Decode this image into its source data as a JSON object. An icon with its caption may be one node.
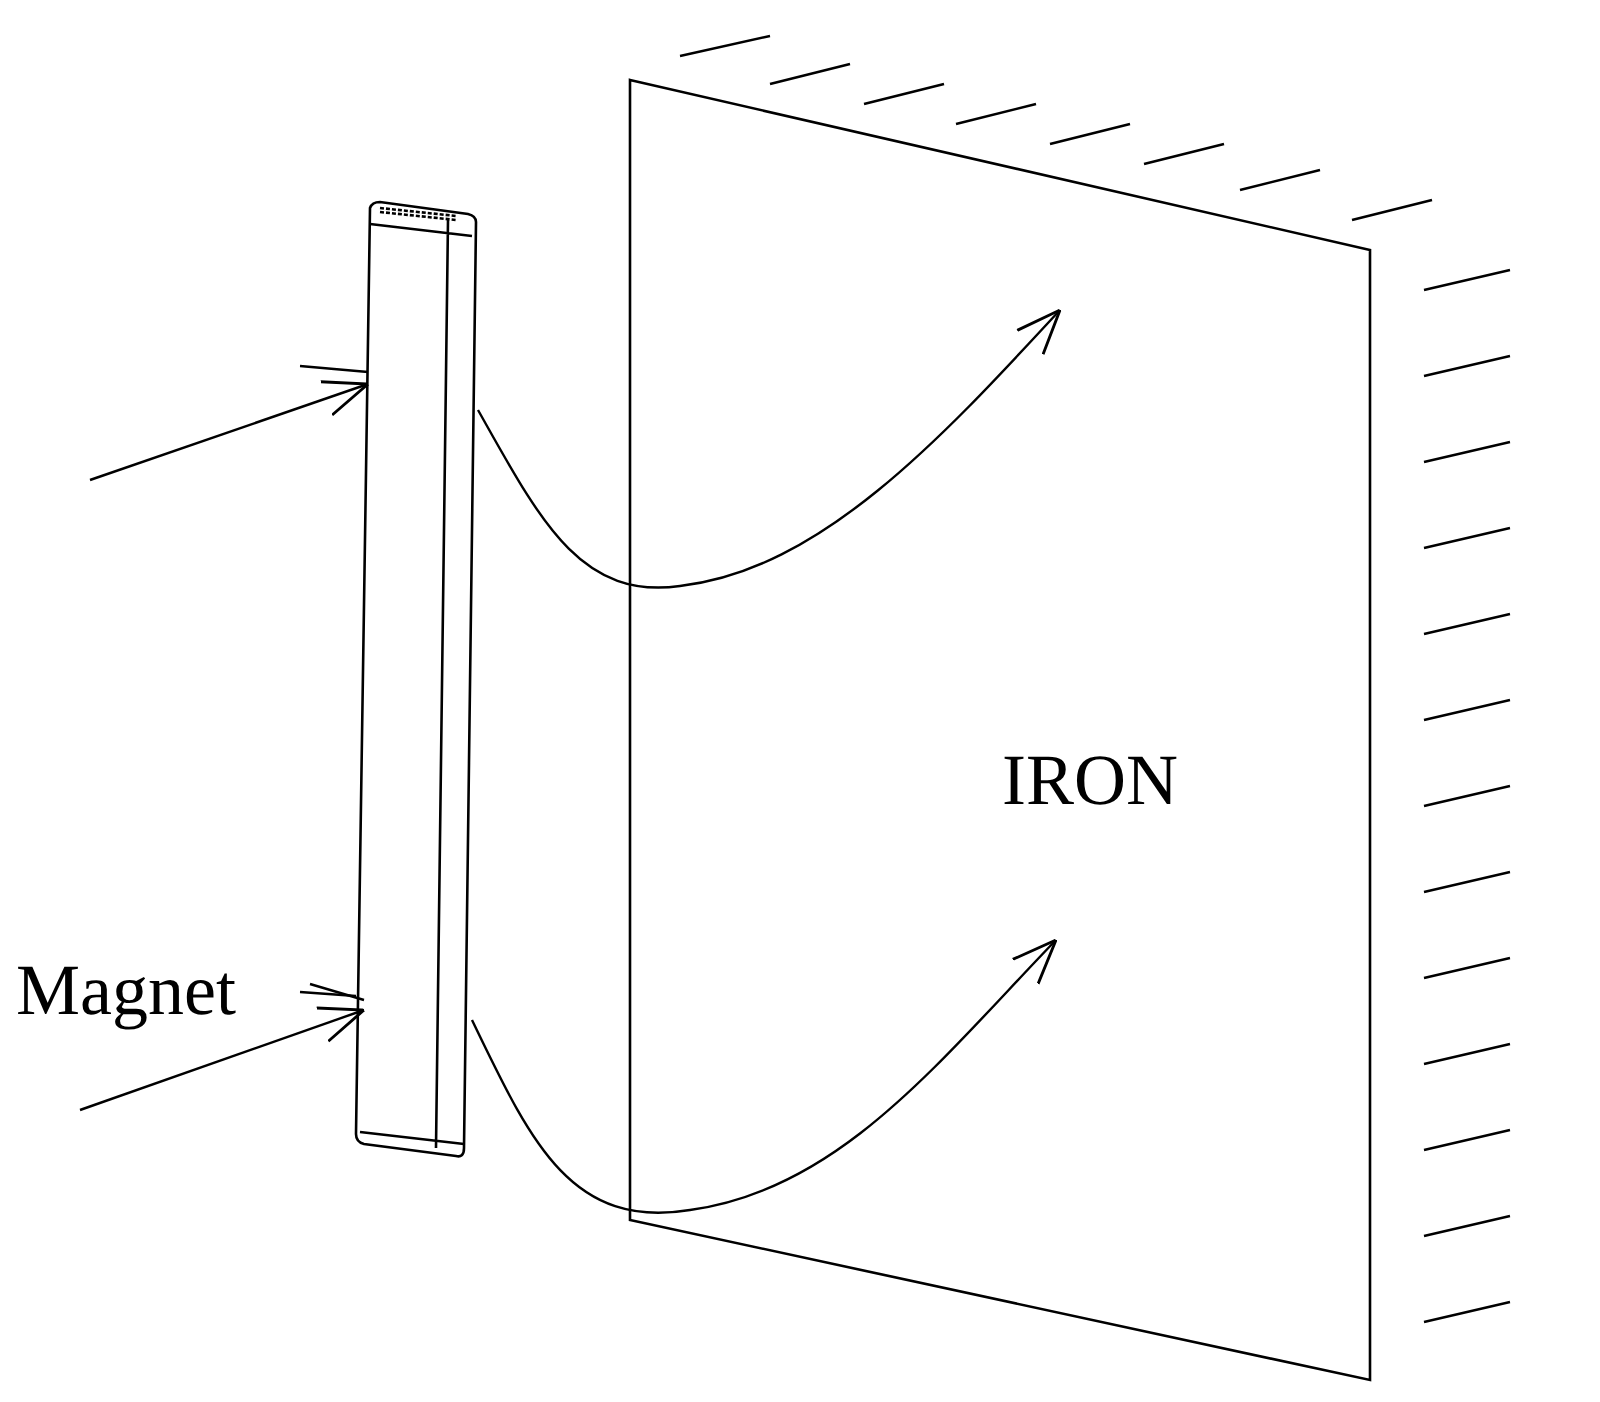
{
  "diagram": {
    "nodes": [
      {
        "text": [
          "Magnet"
        ]
      },
      {
        "text": [],
        "shape": "bar"
      },
      {
        "text": [
          "IRON"
        ]
      }
    ],
    "edges": [
      {
        "from": 0,
        "to": 1,
        "arrow": "none"
      },
      {
        "from": null,
        "to": 1,
        "arrow": "to"
      },
      {
        "from": null,
        "to": 1,
        "arrow": "to"
      },
      {
        "from": 1,
        "to": 2,
        "arrow": "to"
      },
      {
        "from": 1,
        "to": 2,
        "arrow": "to"
      }
    ]
  }
}
